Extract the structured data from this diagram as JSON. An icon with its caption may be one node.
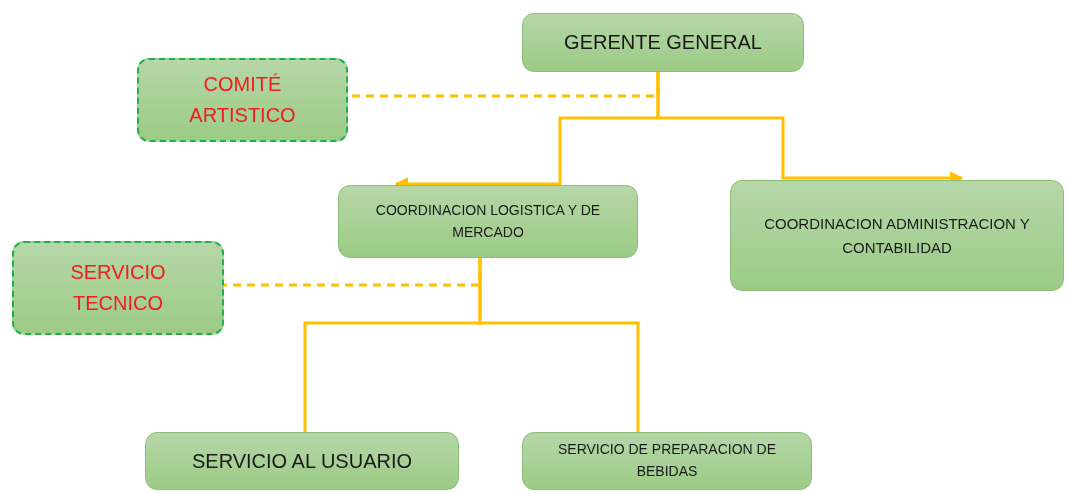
{
  "diagram": {
    "nodes": [
      {
        "text": [
          "GERENTE GENERAL"
        ]
      },
      {
        "text": [
          "COMITÉ ARTISTICO"
        ]
      },
      {
        "text": [
          "COORDINACION LOGISTICA Y DE MERCADO"
        ]
      },
      {
        "text": [
          "COORDINACION ADMINISTRACION Y CONTABILIDAD"
        ]
      },
      {
        "text": [
          "SERVICIO TECNICO"
        ]
      },
      {
        "text": [
          "SERVICIO AL USUARIO"
        ]
      },
      {
        "text": [
          "SERVICIO DE PREPARACION DE BEBIDAS"
        ]
      }
    ],
    "edges": [
      {
        "from": 0,
        "to": 1,
        "arrow": "none",
        "style": "dashed"
      },
      {
        "from": 0,
        "to": 2,
        "arrow": "to"
      },
      {
        "from": 0,
        "to": 3,
        "arrow": "to"
      },
      {
        "from": 2,
        "to": 4,
        "arrow": "none",
        "style": "dashed"
      },
      {
        "from": 2,
        "to": 5,
        "arrow": "none"
      },
      {
        "from": 2,
        "to": 6,
        "arrow": "none"
      }
    ]
  }
}
